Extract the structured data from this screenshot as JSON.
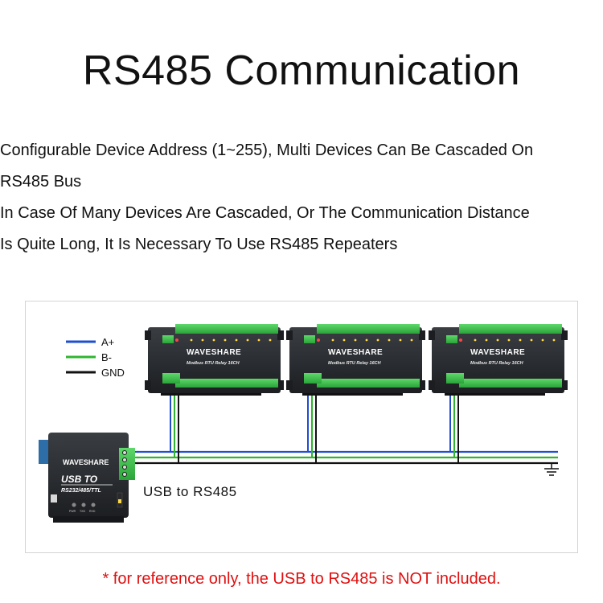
{
  "title": "RS485 Communication",
  "description": [
    "Configurable Device Address (1~255), Multi Devices Can Be Cascaded On",
    "RS485 Bus",
    "In Case Of Many Devices Are Cascaded, Or The Communication Distance",
    "Is Quite Long, It Is Necessary To Use RS485 Repeaters"
  ],
  "legend": [
    {
      "label": "A+",
      "color": "#1f4fcf"
    },
    {
      "label": "B-",
      "color": "#2fb52f"
    },
    {
      "label": "GND",
      "color": "#111111"
    }
  ],
  "relays": [
    {
      "brand": "WAVESHARE",
      "model": "Modbus RTU Relay 16CH"
    },
    {
      "brand": "WAVESHARE",
      "model": "Modbus RTU Relay 16CH"
    },
    {
      "brand": "WAVESHARE",
      "model": "Modbus RTU Relay 16CH"
    }
  ],
  "converter": {
    "brand": "WAVESHARE",
    "line1": "USB TO",
    "line2": "RS232/485/TTL",
    "leds": [
      "PWR",
      "TXD",
      "RXD"
    ]
  },
  "converter_label": "USB to RS485",
  "disclaimer": "* for reference only, the USB to RS485 is NOT included.",
  "colors": {
    "a_plus": "#1f4fcf",
    "b_minus": "#2fb52f",
    "gnd": "#111111",
    "terminal_green": "#3cc94c",
    "device_body": "#25282c",
    "disclaimer": "#e01010"
  }
}
